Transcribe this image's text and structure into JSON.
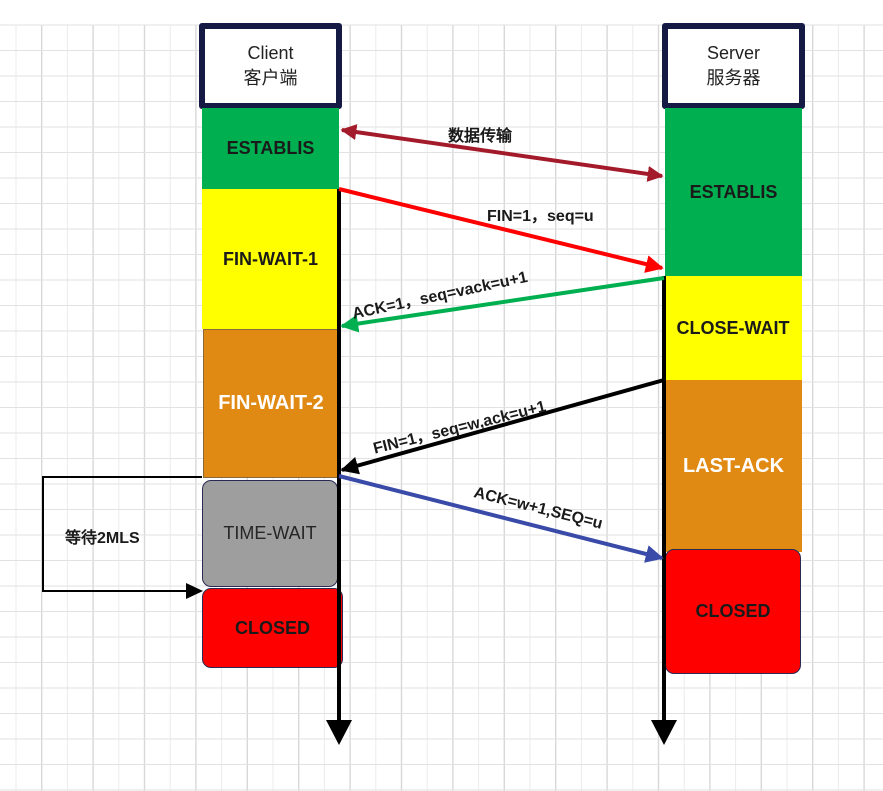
{
  "client": {
    "title_en": "Client",
    "title_zh": "客户端",
    "states": [
      {
        "label": "ESTABLIS",
        "color": "#00b050",
        "text_color": "#1a1a1a"
      },
      {
        "label": "FIN-WAIT-1",
        "color": "#ffff00",
        "text_color": "#1a1a1a"
      },
      {
        "label": "FIN-WAIT-2",
        "color": "#e08a14",
        "text_color": "#ffffff"
      },
      {
        "label": "TIME-WAIT",
        "color": "#9e9e9e",
        "text_color": "#262626"
      },
      {
        "label": "CLOSED",
        "color": "#ff0000",
        "text_color": "#1a1a1a"
      }
    ]
  },
  "server": {
    "title_en": "Server",
    "title_zh": "服务器",
    "states": [
      {
        "label": "ESTABLIS",
        "color": "#00b050",
        "text_color": "#1a1a1a"
      },
      {
        "label": "CLOSE-WAIT",
        "color": "#ffff00",
        "text_color": "#1a1a1a"
      },
      {
        "label": "LAST-ACK",
        "color": "#e08a14",
        "text_color": "#ffffff"
      },
      {
        "label": "CLOSED",
        "color": "#ff0000",
        "text_color": "#1a1a1a"
      }
    ]
  },
  "messages": [
    {
      "label": "数据传输",
      "color": "#a31a2a",
      "direction": "both"
    },
    {
      "label": "FIN=1，seq=u",
      "color": "#ff0000",
      "direction": "client-to-server"
    },
    {
      "label": "ACK=1，seq=vack=u+1",
      "color": "#00b050",
      "direction": "server-to-client"
    },
    {
      "label": "FIN=1，seq=w,ack=u+1",
      "color": "#000000",
      "direction": "server-to-client"
    },
    {
      "label": "ACK=w+1,SEQ=u",
      "color": "#3a4aa8",
      "direction": "client-to-server"
    }
  ],
  "wait_note": {
    "label": "等待2MLS"
  }
}
